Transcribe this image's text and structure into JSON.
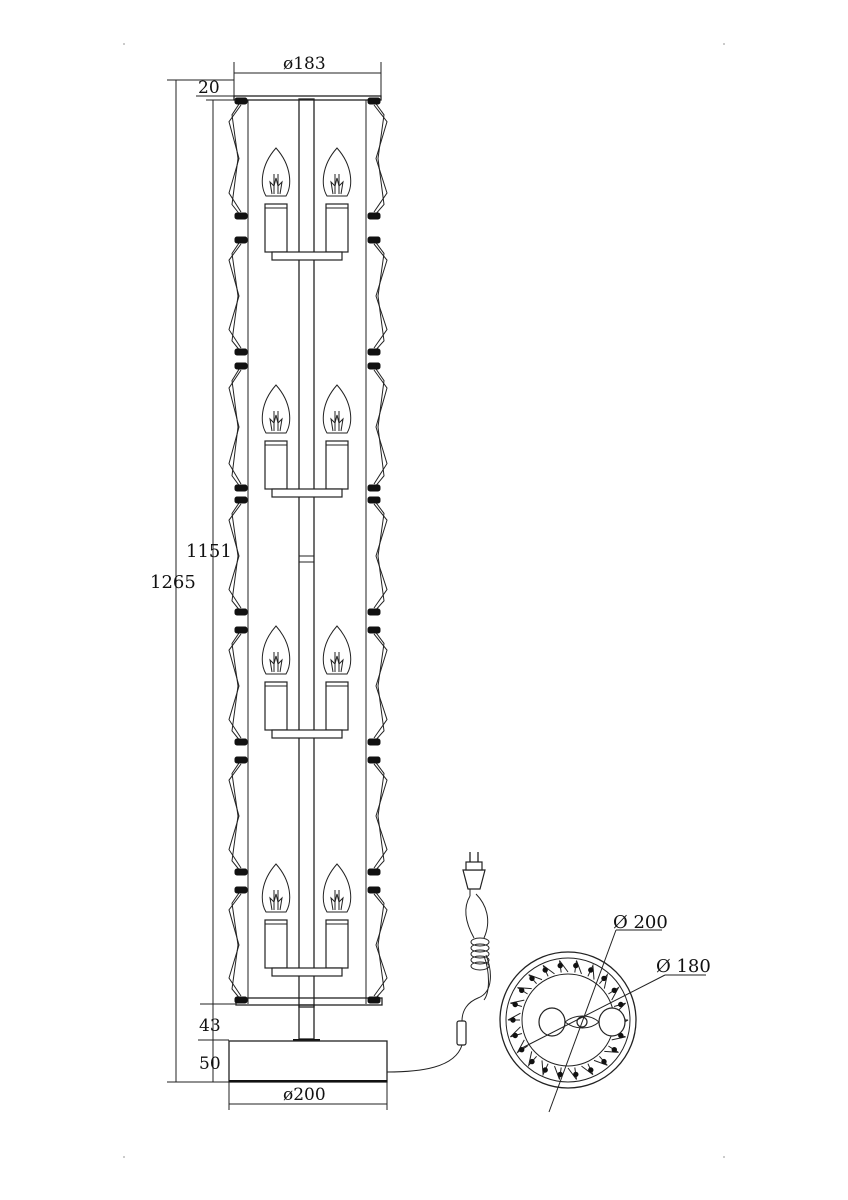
{
  "drawing": {
    "top_diameter": "ø183",
    "top_thickness": "20",
    "inner_height": "1151",
    "total_height": "1265",
    "stem_height": "43",
    "base_height": "50",
    "base_diameter": "ø200",
    "plan_outer_diameter": "Ø 200",
    "plan_inner_diameter": "Ø 180",
    "bulb_count": 8,
    "tier_count": 4
  }
}
